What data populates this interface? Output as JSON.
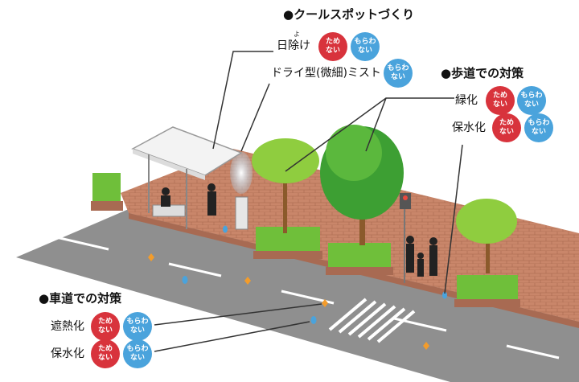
{
  "headings": {
    "cool_spot": "●クールスポットづくり",
    "sidewalk": "●歩道での対策",
    "roadway": "●車道での対策"
  },
  "cool_spot_items": [
    {
      "label": "日除け",
      "ruby": "よ",
      "badges": [
        "tame",
        "morawa"
      ]
    },
    {
      "label": "ドライ型(微細)ミスト",
      "badges": [
        "morawa"
      ]
    }
  ],
  "sidewalk_items": [
    {
      "label": "緑化",
      "badges": [
        "tame",
        "morawa"
      ]
    },
    {
      "label": "保水化",
      "badges": [
        "tame",
        "morawa"
      ]
    }
  ],
  "roadway_items": [
    {
      "label": "遮熱化",
      "badges": [
        "tame",
        "morawa"
      ]
    },
    {
      "label": "保水化",
      "badges": [
        "tame",
        "morawa"
      ]
    }
  ],
  "badges": {
    "tame": {
      "line1": "ため",
      "line2": "ない",
      "color": "#d8333c"
    },
    "morawa": {
      "line1": "もらわ",
      "line2": "ない",
      "color": "#4aa3dc"
    }
  },
  "colors": {
    "road": "#8f8f8f",
    "sidewalk": "#c9866a",
    "greenery": "#6fbf3a",
    "leader_line": "#333333"
  }
}
